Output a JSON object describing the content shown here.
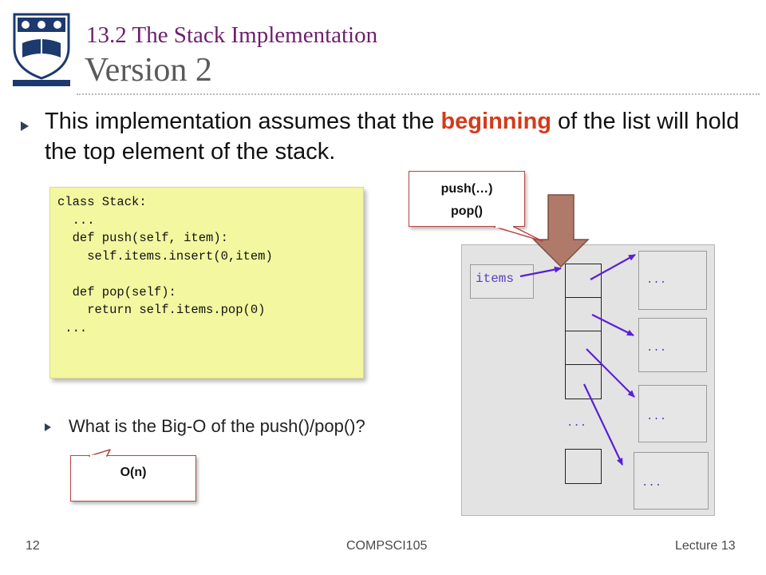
{
  "slide": {
    "title_line1": "13.2 The Stack Implementation",
    "title_line2": "Version 2",
    "bullet1_part1": "This implementation assumes that the ",
    "bullet1_emphasis": "beginning",
    "bullet1_part2": " of the list will hold the top element of the stack.",
    "bullet2": "What is the Big-O of the push()/pop()?"
  },
  "code": {
    "text": "class Stack:\n  ...\n  def push(self, item):\n    self.items.insert(0,item)\n\n  def pop(self):\n    return self.items.pop(0)\n ..."
  },
  "answer": {
    "label": "O(n)"
  },
  "callout": {
    "line1": "push(…)",
    "line2": "pop()"
  },
  "diagram": {
    "items_label": "items",
    "ellipsis": "..."
  },
  "footer": {
    "page_number": "12",
    "course": "COMPSCI105",
    "lecture": "Lecture 13"
  },
  "colors": {
    "title": "#6e1f6e",
    "emphasis": "#d33b1b",
    "code_background": "#f2f7a0",
    "arrow": "#5a1fd6",
    "callout_border": "#b54545",
    "push_arrow": "#b07a6a"
  },
  "icons": {
    "logo": "university-crest-icon",
    "bullet": "triangle-bullet-icon"
  }
}
